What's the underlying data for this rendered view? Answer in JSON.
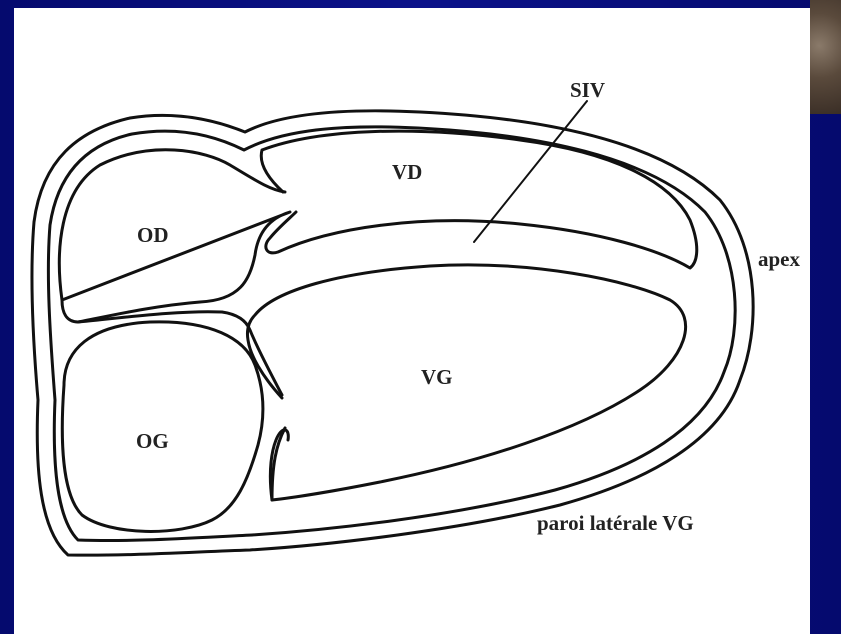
{
  "diagram": {
    "labels": {
      "siv": "SIV",
      "vd": "VD",
      "od": "OD",
      "apex": "apex",
      "vg": "VG",
      "og": "OG",
      "paroi": "paroi latérale VG"
    }
  },
  "colors": {
    "background": "#0a0f7a",
    "panel": "#ffffff",
    "stroke": "#111111",
    "text": "#222222"
  }
}
